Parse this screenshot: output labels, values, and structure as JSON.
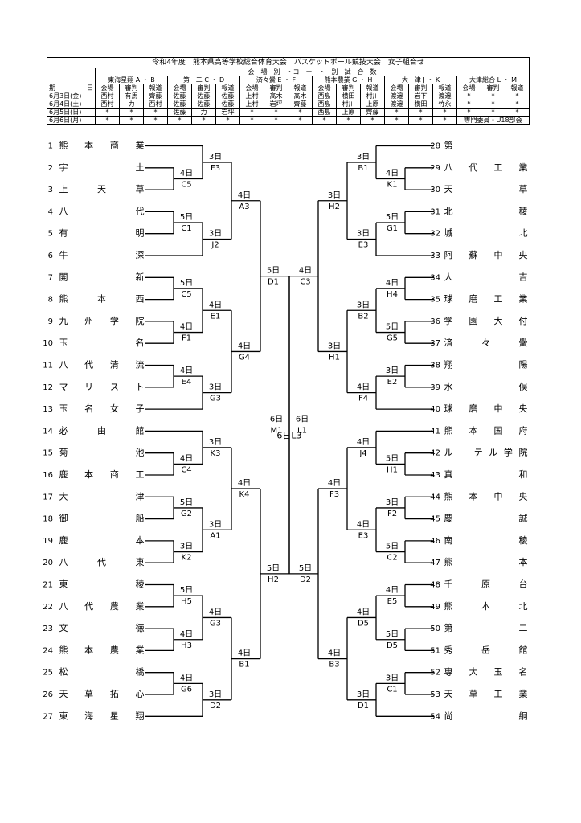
{
  "title": "令和4年度　熊本県高等学校総合体育大会　バスケットボール競技大会　女子組合せ",
  "schedule": {
    "subtitle": "会　場　別　・コ　ー　ト　別　試　合　数",
    "venues": [
      "東海星翔 A ・ B",
      "第　二 C ・ D",
      "済々黌 E ・ F",
      "熊本農業 G ・ H",
      "大　津 J ・ K",
      "大津総合 L ・ M"
    ],
    "date_header_left": "期",
    "date_header_right": "日",
    "roles": [
      "会場",
      "審判",
      "報道"
    ],
    "rows": [
      {
        "date": "6月3日(金)",
        "cells": [
          "西村",
          "有馬",
          "齊藤",
          "佐藤",
          "佐藤",
          "佐藤",
          "上村",
          "髙木",
          "髙木",
          "西島",
          "横田",
          "村川",
          "渡邉",
          "岩下",
          "渡邉",
          "*",
          "*",
          "*"
        ]
      },
      {
        "date": "6月4日(土)",
        "cells": [
          "西村",
          "力",
          "西村",
          "佐藤",
          "佐藤",
          "佐藤",
          "上村",
          "岩坪",
          "齊藤",
          "西島",
          "村川",
          "上原",
          "渡邉",
          "横田",
          "竹永",
          "*",
          "*",
          "*"
        ]
      },
      {
        "date": "6月5日(日)",
        "cells": [
          "*",
          "*",
          "*",
          "佐藤",
          "力",
          "岩坪",
          "*",
          "*",
          "*",
          "西島",
          "上原",
          "齊藤",
          "*",
          "*",
          "*",
          "*",
          "*",
          "*"
        ]
      },
      {
        "date": "6月6日(月)",
        "cells": [
          "*",
          "*",
          "*",
          "*",
          "*",
          "*",
          "*",
          "*",
          "*",
          "*",
          "*",
          "*",
          "*",
          "*",
          "*"
        ],
        "last": "専門委員・U18部会"
      }
    ]
  },
  "left_teams": [
    {
      "num": "1",
      "name": "熊本商業"
    },
    {
      "num": "2",
      "name": "宇土"
    },
    {
      "num": "3",
      "name": "上天草"
    },
    {
      "num": "4",
      "name": "八代"
    },
    {
      "num": "5",
      "name": "有明"
    },
    {
      "num": "6",
      "name": "牛深"
    },
    {
      "num": "7",
      "name": "開新"
    },
    {
      "num": "8",
      "name": "熊本西"
    },
    {
      "num": "9",
      "name": "九州学院"
    },
    {
      "num": "10",
      "name": "玉名"
    },
    {
      "num": "11",
      "name": "八代清流"
    },
    {
      "num": "12",
      "name": "マリスト"
    },
    {
      "num": "13",
      "name": "玉名女子"
    },
    {
      "num": "14",
      "name": "必由館"
    },
    {
      "num": "15",
      "name": "菊池"
    },
    {
      "num": "16",
      "name": "鹿本商工"
    },
    {
      "num": "17",
      "name": "大津"
    },
    {
      "num": "18",
      "name": "御船"
    },
    {
      "num": "19",
      "name": "鹿本"
    },
    {
      "num": "20",
      "name": "八代東"
    },
    {
      "num": "21",
      "name": "東稜"
    },
    {
      "num": "22",
      "name": "八代農業"
    },
    {
      "num": "23",
      "name": "文徳"
    },
    {
      "num": "24",
      "name": "熊本農業"
    },
    {
      "num": "25",
      "name": "松橋"
    },
    {
      "num": "26",
      "name": "天草拓心"
    },
    {
      "num": "27",
      "name": "東海星翔"
    }
  ],
  "right_teams": [
    {
      "num": "28",
      "name": "第一"
    },
    {
      "num": "29",
      "name": "八代工業"
    },
    {
      "num": "30",
      "name": "天草"
    },
    {
      "num": "31",
      "name": "北稜"
    },
    {
      "num": "32",
      "name": "城北"
    },
    {
      "num": "33",
      "name": "阿蘇中央"
    },
    {
      "num": "34",
      "name": "人吉"
    },
    {
      "num": "35",
      "name": "球磨工業"
    },
    {
      "num": "36",
      "name": "学園大付"
    },
    {
      "num": "37",
      "name": "済々黌"
    },
    {
      "num": "38",
      "name": "翔陽"
    },
    {
      "num": "39",
      "name": "水俣"
    },
    {
      "num": "40",
      "name": "球磨中央"
    },
    {
      "num": "41",
      "name": "熊本国府"
    },
    {
      "num": "42",
      "name": "ルーテル学院"
    },
    {
      "num": "43",
      "name": "真和"
    },
    {
      "num": "44",
      "name": "熊本中央"
    },
    {
      "num": "45",
      "name": "慶誠"
    },
    {
      "num": "46",
      "name": "南稜"
    },
    {
      "num": "47",
      "name": "熊本"
    },
    {
      "num": "48",
      "name": "千原台"
    },
    {
      "num": "49",
      "name": "熊本北"
    },
    {
      "num": "50",
      "name": "第二"
    },
    {
      "num": "51",
      "name": "秀岳館"
    },
    {
      "num": "52",
      "name": "専大玉名"
    },
    {
      "num": "53",
      "name": "天草工業"
    },
    {
      "num": "54",
      "name": "尚絅"
    }
  ],
  "left_matches": [
    {
      "day": "4日",
      "code": "C5"
    },
    {
      "day": "3日",
      "code": "F3"
    },
    {
      "day": "5日",
      "code": "C1"
    },
    {
      "day": "3日",
      "code": "J2"
    },
    {
      "day": "4日",
      "code": "A3"
    },
    {
      "day": "5日",
      "code": "C5"
    },
    {
      "day": "4日",
      "code": "F1"
    },
    {
      "day": "4日",
      "code": "E1"
    },
    {
      "day": "4日",
      "code": "E4"
    },
    {
      "day": "3日",
      "code": "G3"
    },
    {
      "day": "4日",
      "code": "G4"
    },
    {
      "day": "5日",
      "code": "D1"
    },
    {
      "day": "4日",
      "code": "C4"
    },
    {
      "day": "3日",
      "code": "K3"
    },
    {
      "day": "5日",
      "code": "G2"
    },
    {
      "day": "3日",
      "code": "K2"
    },
    {
      "day": "3日",
      "code": "A1"
    },
    {
      "day": "4日",
      "code": "K4"
    },
    {
      "day": "5日",
      "code": "H5"
    },
    {
      "day": "4日",
      "code": "H3"
    },
    {
      "day": "4日",
      "code": "G3"
    },
    {
      "day": "4日",
      "code": "G6"
    },
    {
      "day": "3日",
      "code": "D2"
    },
    {
      "day": "4日",
      "code": "B1"
    },
    {
      "day": "5日",
      "code": "H2"
    },
    {
      "day": "6日",
      "code": "L1"
    }
  ],
  "right_matches": [
    {
      "day": "4日",
      "code": "K1"
    },
    {
      "day": "3日",
      "code": "B1"
    },
    {
      "day": "5日",
      "code": "G1"
    },
    {
      "day": "3日",
      "code": "E3"
    },
    {
      "day": "3日",
      "code": "H2"
    },
    {
      "day": "4日",
      "code": "H4"
    },
    {
      "day": "5日",
      "code": "G5"
    },
    {
      "day": "3日",
      "code": "B2"
    },
    {
      "day": "3日",
      "code": "E2"
    },
    {
      "day": "4日",
      "code": "F4"
    },
    {
      "day": "3日",
      "code": "H1"
    },
    {
      "day": "4日",
      "code": "C3"
    },
    {
      "day": "5日",
      "code": "H1"
    },
    {
      "day": "4日",
      "code": "J4"
    },
    {
      "day": "3日",
      "code": "F2"
    },
    {
      "day": "5日",
      "code": "C2"
    },
    {
      "day": "4日",
      "code": "E3"
    },
    {
      "day": "4日",
      "code": "F3"
    },
    {
      "day": "4日",
      "code": "E5"
    },
    {
      "day": "5日",
      "code": "D5"
    },
    {
      "day": "4日",
      "code": "D5"
    },
    {
      "day": "3日",
      "code": "C1"
    },
    {
      "day": "3日",
      "code": "D1"
    },
    {
      "day": "4日",
      "code": "B3"
    },
    {
      "day": "5日",
      "code": "D2"
    },
    {
      "day": "6日",
      "code": "M1"
    }
  ],
  "final": {
    "label": "6日L3"
  }
}
